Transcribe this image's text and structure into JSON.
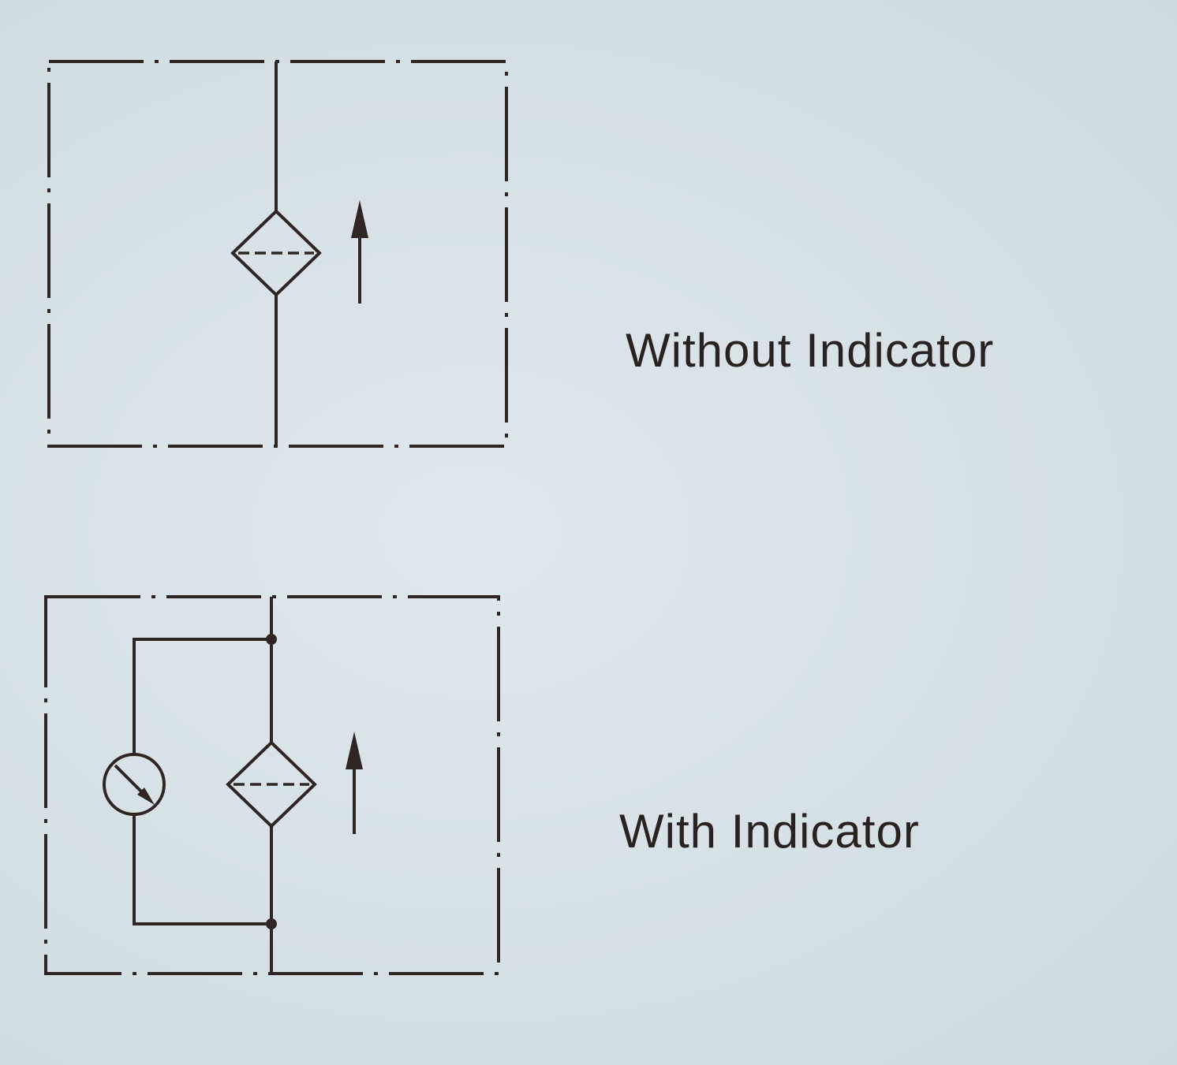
{
  "labels": {
    "without_indicator": "Without Indicator",
    "with_indicator": "With Indicator"
  },
  "colors": {
    "background": "#d7e2e6",
    "ink": "#2f2623"
  },
  "symbols": [
    {
      "name": "filter-symbol-without-indicator",
      "components": [
        "filter-diamond",
        "flow-arrow-up",
        "dash-dot-frame"
      ]
    },
    {
      "name": "filter-symbol-with-indicator",
      "components": [
        "filter-diamond",
        "flow-arrow-up",
        "dash-dot-frame",
        "pressure-gauge",
        "bypass-lines"
      ]
    }
  ]
}
